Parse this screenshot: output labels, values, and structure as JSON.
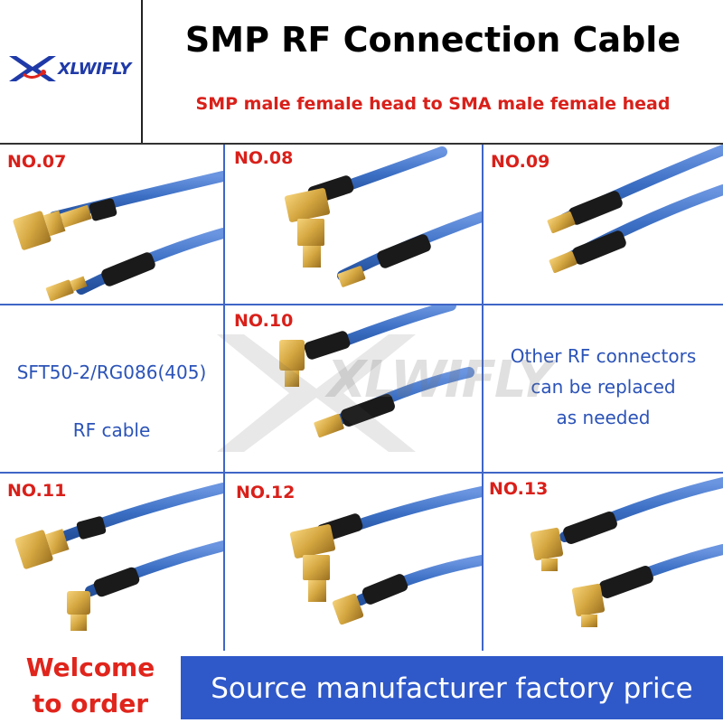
{
  "header": {
    "brand": "XLWIFLY",
    "title": "SMP RF Connection Cable",
    "subtitle": "SMP male female head to SMA male female head"
  },
  "items": {
    "no07": "NO.07",
    "no08": "NO.08",
    "no09": "NO.09",
    "no10": "NO.10",
    "no11": "NO.11",
    "no12": "NO.12",
    "no13": "NO.13"
  },
  "cable_info": {
    "line1": "SFT50-2/RG086(405)",
    "line2": "RF cable"
  },
  "connectors_note": {
    "line1": "Other RF connectors",
    "line2": "can be replaced",
    "line3": "as needed"
  },
  "footer": {
    "welcome_line1": "Welcome",
    "welcome_line2": "to order",
    "price": "Source manufacturer factory price"
  },
  "colors": {
    "accent_red": "#d9201a",
    "brand_blue": "#2f58c9",
    "cable_blue": "#3b6fc4",
    "gold": "#d4a640"
  }
}
